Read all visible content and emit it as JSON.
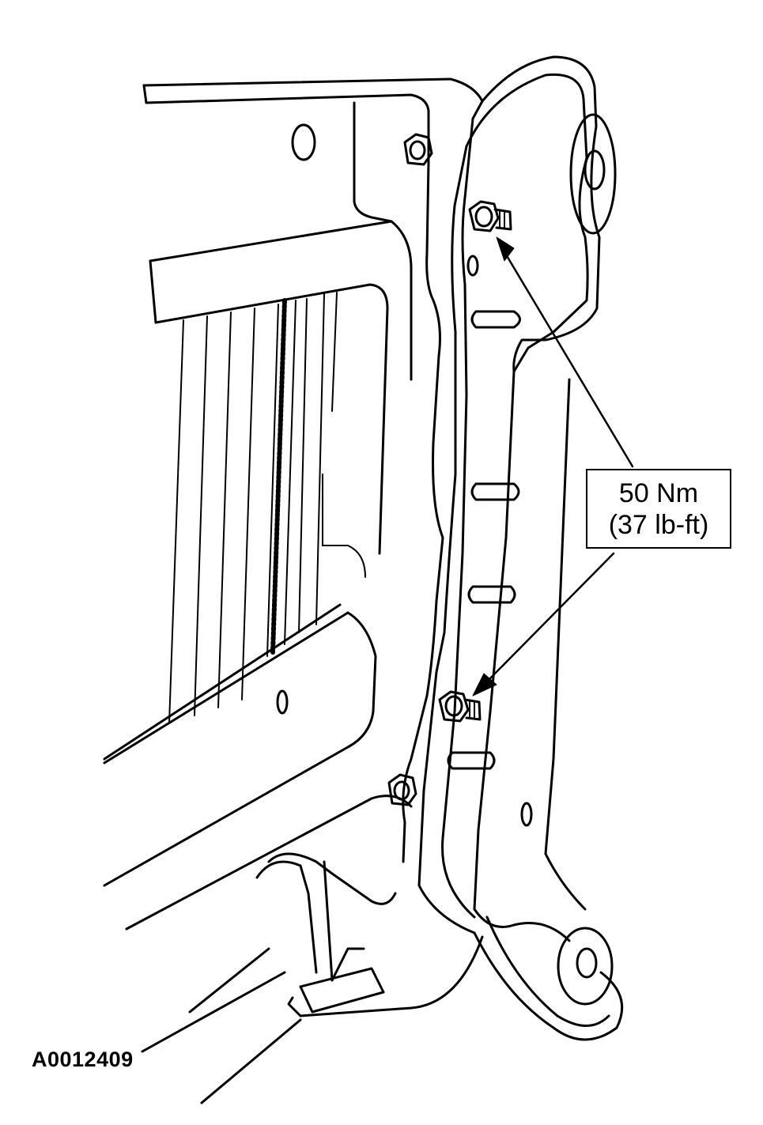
{
  "diagram": {
    "torque_label": {
      "value": "50 Nm",
      "imperial": "(37 lb-ft)"
    },
    "figure_id": "A0012409",
    "colors": {
      "line": "#000000",
      "background": "#ffffff"
    }
  }
}
